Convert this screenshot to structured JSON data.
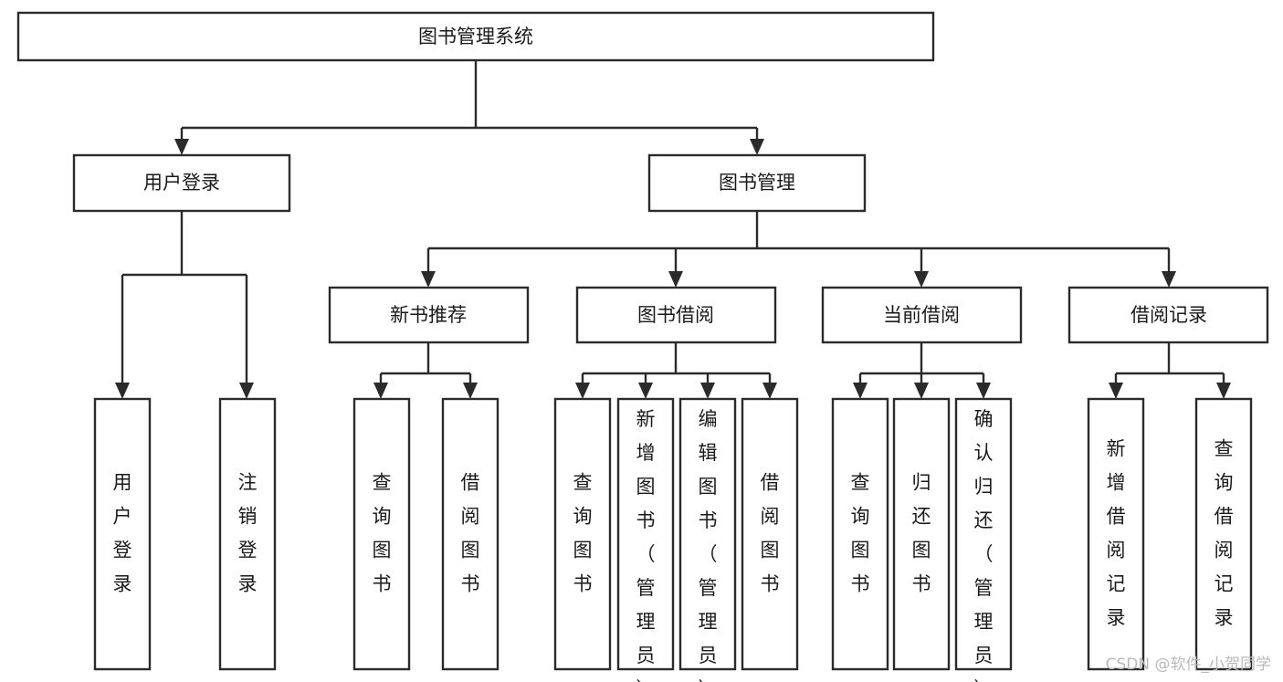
{
  "diagram": {
    "type": "tree-hierarchy-chart",
    "title": "图书管理系统",
    "orientation": "top-down",
    "colors": {
      "box_stroke": "#2b2b2b",
      "box_fill": "#ffffff",
      "connector": "#2b2b2b",
      "text": "#1a1a1a",
      "watermark": "#b9b9b9",
      "background": "#ffffff"
    },
    "root": {
      "id": "root",
      "label": "图书管理系统",
      "orientation": "horizontal"
    },
    "level2": [
      {
        "id": "user-login",
        "label": "用户登录",
        "orientation": "horizontal"
      },
      {
        "id": "book-management",
        "label": "图书管理",
        "orientation": "horizontal"
      }
    ],
    "level3": [
      {
        "id": "new-book-recommend",
        "label": "新书推荐",
        "orientation": "horizontal",
        "parent": "book-management"
      },
      {
        "id": "book-borrow",
        "label": "图书借阅",
        "orientation": "horizontal",
        "parent": "book-management"
      },
      {
        "id": "current-borrow",
        "label": "当前借阅",
        "orientation": "horizontal",
        "parent": "book-management"
      },
      {
        "id": "borrow-record",
        "label": "借阅记录",
        "orientation": "horizontal",
        "parent": "book-management"
      }
    ],
    "leaves": [
      {
        "id": "leaf-user-login",
        "label": "用户登录",
        "parent": "user-login",
        "orientation": "vertical"
      },
      {
        "id": "leaf-user-logout",
        "label": "注销登录",
        "parent": "user-login",
        "orientation": "vertical"
      },
      {
        "id": "leaf-query-book-1",
        "label": "查询图书",
        "parent": "new-book-recommend",
        "orientation": "vertical"
      },
      {
        "id": "leaf-borrow-book-1",
        "label": "借阅图书",
        "parent": "new-book-recommend",
        "orientation": "vertical"
      },
      {
        "id": "leaf-query-book-2",
        "label": "查询图书",
        "parent": "book-borrow",
        "orientation": "vertical"
      },
      {
        "id": "leaf-add-book",
        "label": "新增图书（管理员）",
        "parent": "book-borrow",
        "orientation": "vertical"
      },
      {
        "id": "leaf-edit-book",
        "label": "编辑图书（管理员）",
        "parent": "book-borrow",
        "orientation": "vertical"
      },
      {
        "id": "leaf-borrow-book-2",
        "label": "借阅图书",
        "parent": "book-borrow",
        "orientation": "vertical"
      },
      {
        "id": "leaf-query-book-3",
        "label": "查询图书",
        "parent": "current-borrow",
        "orientation": "vertical"
      },
      {
        "id": "leaf-return-book",
        "label": "归还图书",
        "parent": "current-borrow",
        "orientation": "vertical"
      },
      {
        "id": "leaf-confirm-return",
        "label": "确认归还（管理员）",
        "parent": "current-borrow",
        "orientation": "vertical"
      },
      {
        "id": "leaf-add-record",
        "label": "新增借阅记录",
        "parent": "borrow-record",
        "orientation": "vertical"
      },
      {
        "id": "leaf-query-record",
        "label": "查询借阅记录",
        "parent": "borrow-record",
        "orientation": "vertical"
      }
    ]
  },
  "watermark": {
    "text": "CSDN @软件_小贺同学"
  }
}
